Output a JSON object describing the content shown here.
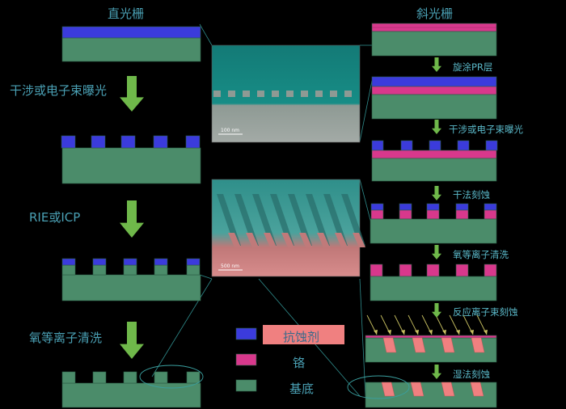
{
  "titles": {
    "left": "直光栅",
    "right": "斜光栅"
  },
  "left_steps": [
    "干涉或电子束曝光",
    "RIE或ICP",
    "氧等离子清洗"
  ],
  "right_steps": [
    "旋涂PR层",
    "干涉或电子束曝光",
    "干法刻蚀",
    "氧等离子清洗",
    "反应离子束刻蚀",
    "湿法刻蚀"
  ],
  "legend": {
    "resist": "抗蚀剂",
    "chrome": "铬",
    "substrate": "基底"
  },
  "sem": {
    "top_scale": "100 nm",
    "bottom_scale": "500 nm"
  },
  "colors": {
    "resist": "#3b3bdc",
    "chrome": "#d8388c",
    "substrate": "#4b8c6a",
    "arrow": "#6fb84a",
    "legend_box_resist": "#f08080",
    "text": "#4aa0b4"
  }
}
